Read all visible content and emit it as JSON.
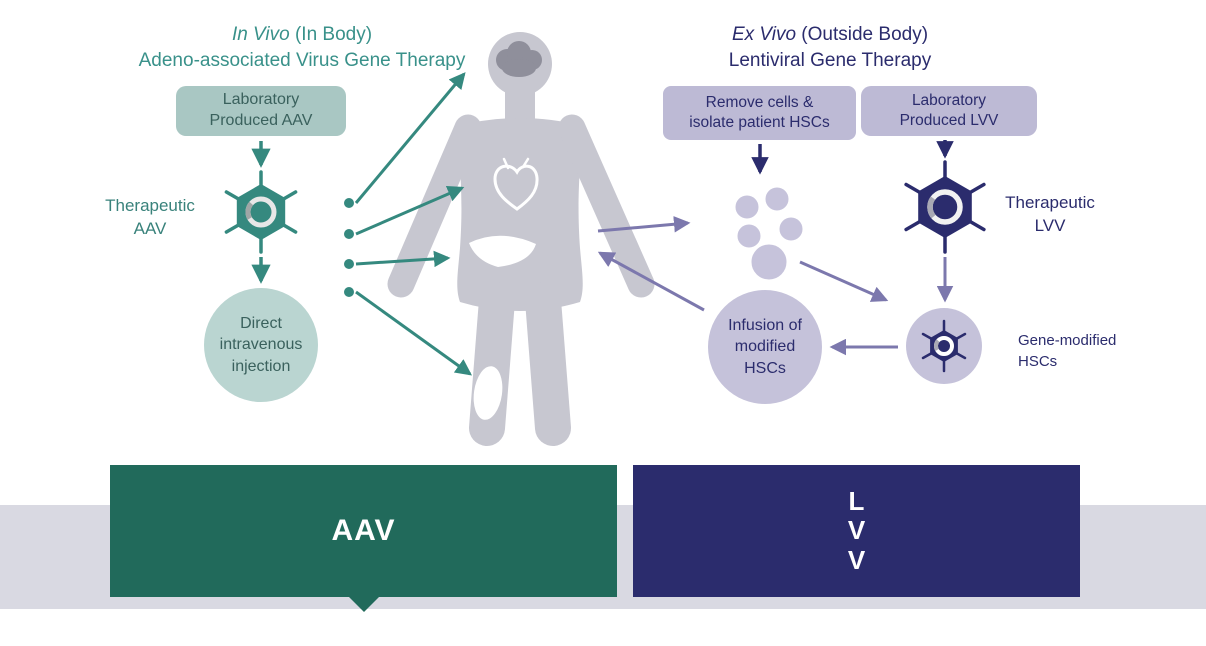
{
  "colors": {
    "teal": "#35897f",
    "teal_title": "#39918a",
    "teal_dark_tab": "#216a5b",
    "teal_light_box": "#a9c7c3",
    "teal_light_circle": "#bad5d1",
    "navy": "#2b2c6d",
    "purple_light_box": "#bdbad5",
    "purple_light_circle": "#c5c2da",
    "purple_arrow": "#7c78ad",
    "body_gray": "#c7c7d0",
    "band_gray": "#d9d9e2"
  },
  "left": {
    "title_italic": "In Vivo",
    "title_rest": " (In Body)",
    "subtitle": "Adeno-associated Virus Gene Therapy",
    "lab_box": "Laboratory\nProduced AAV",
    "virus_label": "Therapeutic\nAAV",
    "injection_circle": "Direct\nintravenous\ninjection",
    "bottom_tab": "AAV"
  },
  "right": {
    "title_italic": "Ex Vivo",
    "title_rest": " (Outside Body)",
    "subtitle": "Lentiviral Gene Therapy",
    "remove_box": "Remove cells &\nisolate patient HSCs",
    "lab_box": "Laboratory\nProduced LVV",
    "virus_label": "Therapeutic\nLVV",
    "infusion_circle": "Infusion of\nmodified\nHSCs",
    "modified_label": "Gene-modified\nHSCs",
    "bottom_tab": "L\nV\nV"
  }
}
